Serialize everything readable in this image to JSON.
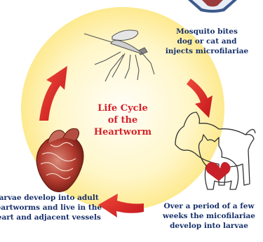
{
  "diagram": {
    "center_title": [
      "Life Cycle",
      "of the",
      "Heartworm"
    ],
    "stages": {
      "mosquito": [
        "Mosquito bites",
        "dog or cat and",
        "injects microfilariae"
      ],
      "larvae": [
        "Over a period of a few",
        "weeks the micofilariae",
        "develop into larvae"
      ],
      "adult": [
        "Larvae develop into adult",
        "heartworms and live in the",
        "heart and adjacent vessels"
      ]
    },
    "icons": {
      "stage1": "mosquito-icon",
      "stage2": "dog-cat-silhouette-icon",
      "stage3": "heart-with-worms-icon",
      "arrows": "curved-arrow-icon"
    },
    "colors": {
      "accent_red": "#d6232a",
      "label_blue": "#17306b",
      "glow_yellow": "#f8d45a"
    }
  }
}
